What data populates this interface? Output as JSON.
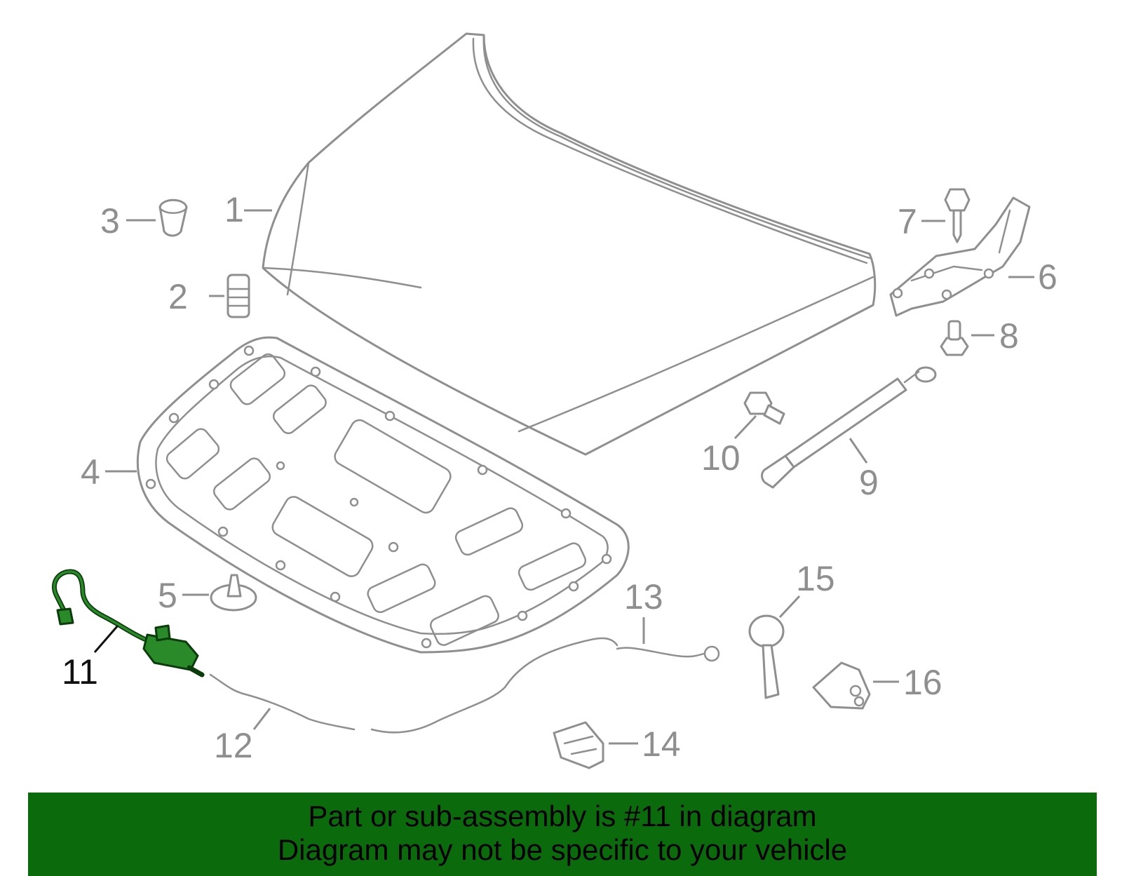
{
  "diagram": {
    "highlight_color": "#2a8a2a",
    "line_color": "#8f8f8f",
    "highlighted_part": "11",
    "callouts": [
      "1",
      "2",
      "3",
      "4",
      "5",
      "6",
      "7",
      "8",
      "9",
      "10",
      "11",
      "12",
      "13",
      "14",
      "15",
      "16"
    ]
  },
  "banner": {
    "background": "#0b6a0b",
    "line1": "Part or sub-assembly is #11 in diagram",
    "line2": "Diagram may not be specific to your vehicle"
  }
}
